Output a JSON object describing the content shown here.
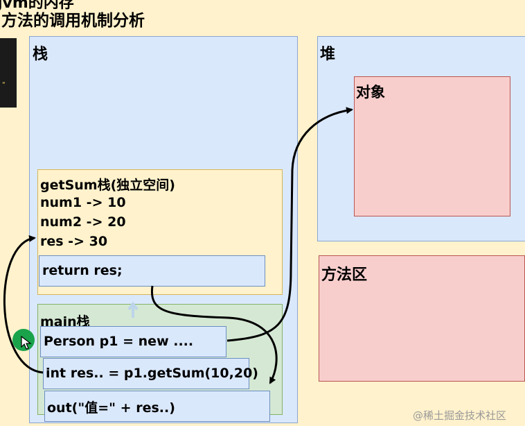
{
  "header": {
    "title_cut": "jvm的内存",
    "title": "方法的调用机制分析"
  },
  "panels": {
    "stack_label": "栈",
    "heap_label": "堆",
    "object_label": "对象",
    "method_area_label": "方法区"
  },
  "getsum_frame": {
    "title": "getSum栈(独立空间)",
    "lines": [
      "num1 -> 10",
      "num2 -> 20",
      "res -> 30"
    ],
    "return_stmt": "return res;"
  },
  "main_frame": {
    "label": "main栈",
    "statements": [
      "Person p1 = new ....",
      "int res.. = p1.getSum(10,20)",
      "out(\"值=\" + res..)"
    ]
  },
  "side_mark": "\"",
  "watermark": "@稀土掘金技术社区",
  "colors": {
    "background": "#fff2cc",
    "panel_blue": "#dae8fc",
    "object_red": "#f8cecc",
    "frame_green": "#d5e8d4"
  }
}
